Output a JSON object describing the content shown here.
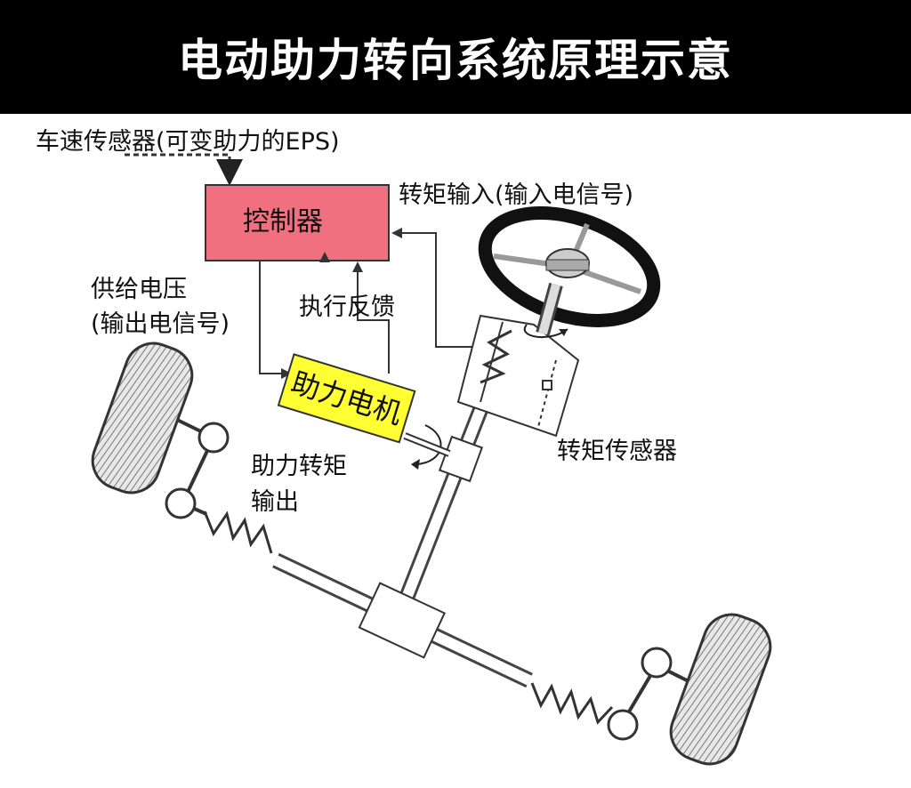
{
  "title": "电动助力转向系统原理示意",
  "labels": {
    "speed_sensor": "车速传感器(可变助力的EPS)",
    "torque_input": "转矩输入(输入电信号)",
    "controller": "控制器",
    "supply_voltage_line1": "供给电压",
    "supply_voltage_line2": "(输出电信号)",
    "exec_feedback": "执行反馈",
    "assist_motor": "助力电机",
    "assist_torque_line1": "助力转矩",
    "assist_torque_line2": "输出",
    "torque_sensor": "转矩传感器"
  },
  "colors": {
    "title_bg": "#000000",
    "title_text": "#ffffff",
    "controller_fill": "#f07080",
    "motor_fill": "#ffff33"
  }
}
